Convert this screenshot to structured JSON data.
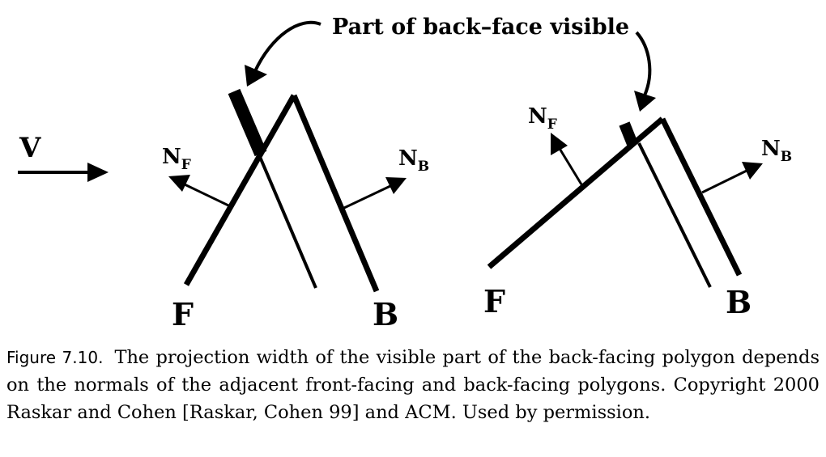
{
  "figure": {
    "annotation": "Part of back–face visible",
    "view_vector": "V",
    "normal_symbol": "N",
    "front_subscript": "F",
    "back_subscript": "B",
    "front_label": "F",
    "back_label": "B"
  },
  "caption": {
    "label": "Figure 7.10.",
    "text": "The projection width of the visible part of the back-facing polygon depends on the normals of the adjacent front-facing and back-facing polygons. Copyright 2000 Raskar and Cohen [Raskar, Cohen 99] and ACM. Used by permission."
  }
}
